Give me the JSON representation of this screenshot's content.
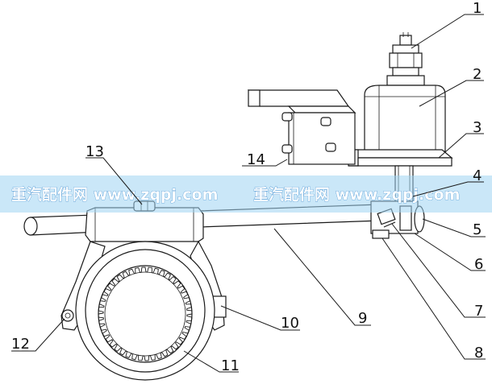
{
  "labels": {
    "l1": "1",
    "l2": "2",
    "l3": "3",
    "l4": "4",
    "l5": "5",
    "l6": "6",
    "l7": "7",
    "l8": "8",
    "l9": "9",
    "l10": "10",
    "l11": "11",
    "l12": "12",
    "l13": "13",
    "l14": "14"
  },
  "watermark": {
    "left": "重汽配件网  www.zqpj.com",
    "right": "重汽配件网  www.zqpj.com"
  },
  "colors": {
    "watermark_band": "#9fd3f2",
    "line": "#1a1a1a"
  }
}
